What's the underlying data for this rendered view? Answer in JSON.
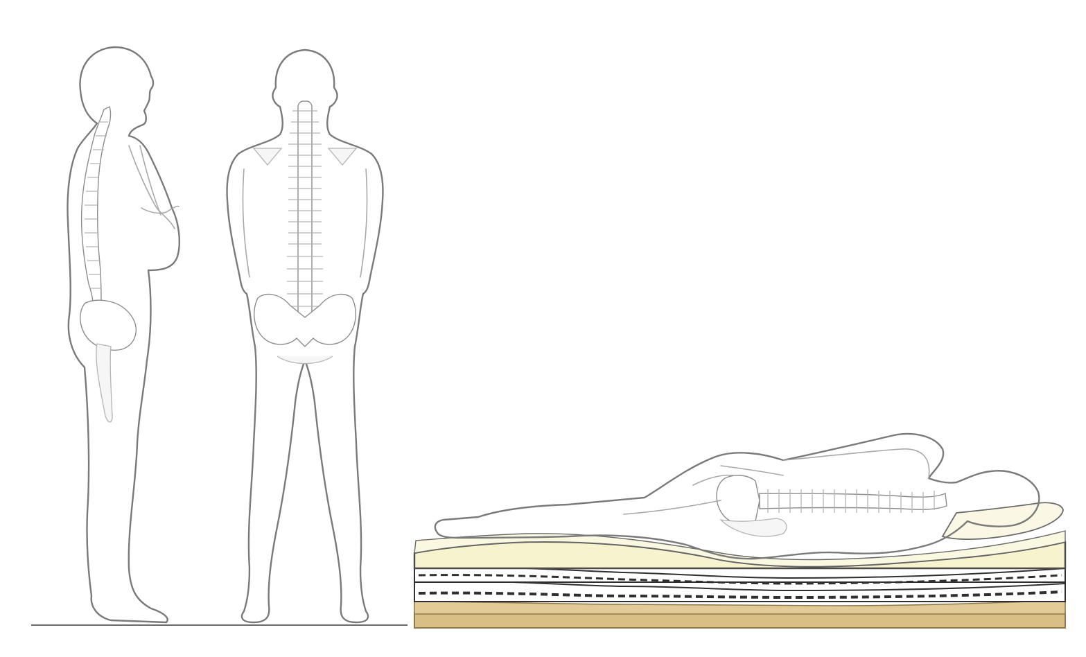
{
  "figure": {
    "figures": [
      {
        "id": "side-view",
        "label": ""
      },
      {
        "id": "back-view",
        "label": ""
      },
      {
        "id": "lying-view",
        "label": ""
      }
    ],
    "colors": {
      "outline": "#7a7a7a",
      "bone": "#8c8c8c",
      "foam": "#f7f3cf",
      "foam_edge": "#4a4a4a",
      "spring_dash": "#2f2f2f",
      "base": "#d9bf86",
      "base_edge": "#8f7a4a",
      "ground": "#6a6a6a"
    },
    "mattress_layers": [
      "comfort-foam",
      "spring-layer-1",
      "spring-layer-2",
      "wood-base"
    ]
  }
}
